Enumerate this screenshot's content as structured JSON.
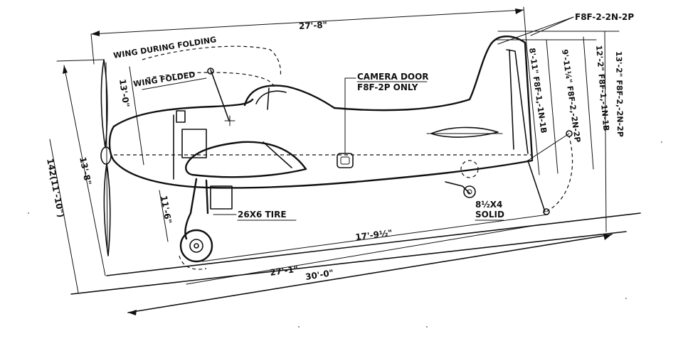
{
  "labels": {
    "overall_length": "27'-8\"",
    "variants_top": "F8F-2-2N-2P",
    "wing_during_folding": "WING DURING FOLDING",
    "wing_folded": "WING FOLDED",
    "folded_height": "13'-0\"",
    "camera_door_line1": "CAMERA DOOR",
    "camera_door_line2": "F8F-2P ONLY",
    "tail_h1": "8'-11\" F8F-1,-1N-1B",
    "tail_h2": "9'-11¼\" F8F-2,-2N-2P",
    "tail_h3": "12'-2\" F8F-1,-1N-1B",
    "tail_h4": "13'-2\" F8F-2,-2N-2P",
    "prop_diameter": "142(11'-10\")",
    "prop_height": "13'-8\"",
    "gear_height": "11'-6\"",
    "main_tire": "26X6 TIRE",
    "tail_tire_line1": "8½X4",
    "tail_tire_line2": "SOLID",
    "wheelbase": "17'-9½\"",
    "length_ground": "27'-1\"",
    "length_total": "30'-0\""
  }
}
